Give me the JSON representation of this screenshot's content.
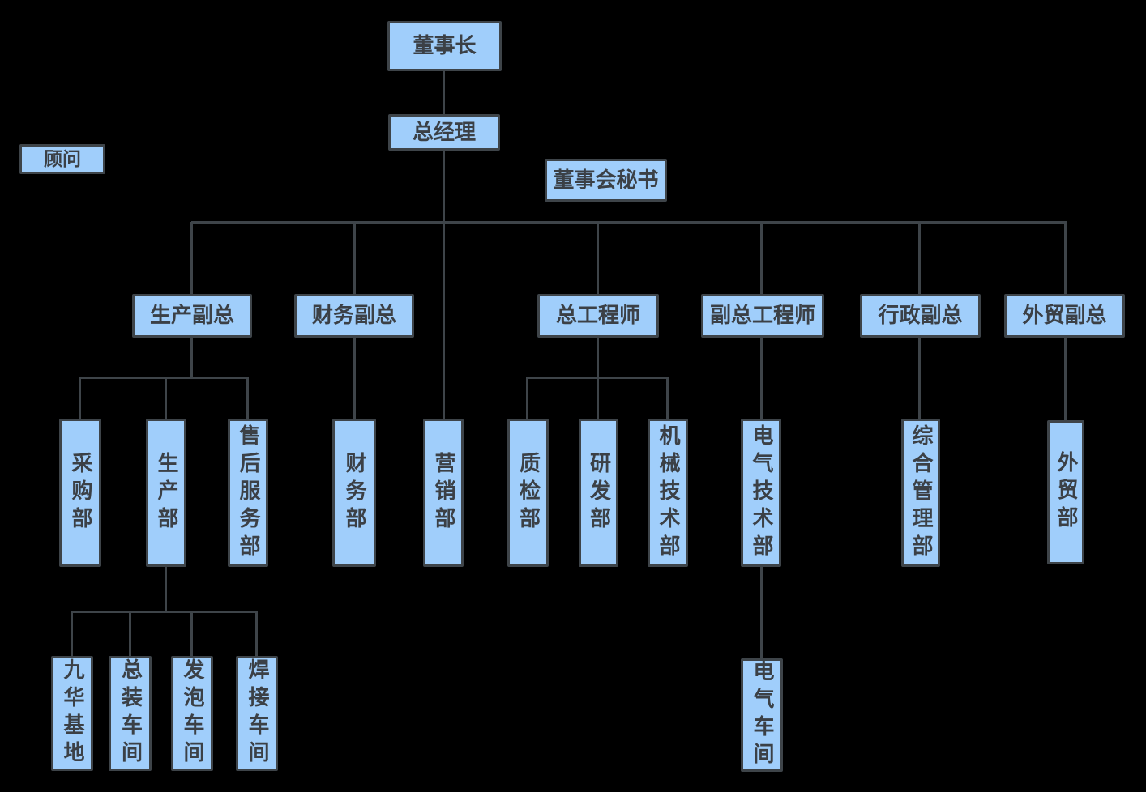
{
  "diagram": {
    "type": "org-chart",
    "colors": {
      "background": "#000000",
      "node_fill": "#A0CEFB",
      "node_border": "#3E4449",
      "node_text": "#3B4046",
      "connector": "#3E4449"
    },
    "nodes": {
      "chairman": "董事长",
      "general_manager": "总经理",
      "advisor": "顾问",
      "board_secretary": "董事会秘书",
      "production_vp": "生产副总",
      "finance_vp": "财务副总",
      "chief_engineer": "总工程师",
      "deputy_chief_engineer": "副总工程师",
      "admin_vp": "行政副总",
      "foreign_trade_vp": "外贸副总",
      "purchasing_dept": "采购部",
      "production_dept": "生产部",
      "after_sales_service_dept": "售后服务部",
      "finance_dept": "财务部",
      "marketing_dept": "营销部",
      "quality_inspection_dept": "质检部",
      "rnd_dept": "研发部",
      "mechanical_technology_dept": "机械技术部",
      "electrical_technology_dept": "电气技术部",
      "general_management_dept": "综合管理部",
      "foreign_trade_dept": "外贸部",
      "jiuhua_base": "九华基地",
      "final_assembly_workshop": "总装车间",
      "foaming_workshop": "发泡车间",
      "welding_workshop": "焊接车间",
      "electrical_workshop": "电气车间"
    },
    "edges": [
      [
        "chairman",
        "general_manager"
      ],
      [
        "general_manager",
        "production_vp"
      ],
      [
        "general_manager",
        "finance_vp"
      ],
      [
        "general_manager",
        "marketing_dept"
      ],
      [
        "general_manager",
        "chief_engineer"
      ],
      [
        "general_manager",
        "deputy_chief_engineer"
      ],
      [
        "general_manager",
        "admin_vp"
      ],
      [
        "general_manager",
        "foreign_trade_vp"
      ],
      [
        "production_vp",
        "purchasing_dept"
      ],
      [
        "production_vp",
        "production_dept"
      ],
      [
        "production_vp",
        "after_sales_service_dept"
      ],
      [
        "finance_vp",
        "finance_dept"
      ],
      [
        "chief_engineer",
        "quality_inspection_dept"
      ],
      [
        "chief_engineer",
        "rnd_dept"
      ],
      [
        "chief_engineer",
        "mechanical_technology_dept"
      ],
      [
        "deputy_chief_engineer",
        "electrical_technology_dept"
      ],
      [
        "admin_vp",
        "general_management_dept"
      ],
      [
        "foreign_trade_vp",
        "foreign_trade_dept"
      ],
      [
        "production_dept",
        "jiuhua_base"
      ],
      [
        "production_dept",
        "final_assembly_workshop"
      ],
      [
        "production_dept",
        "foaming_workshop"
      ],
      [
        "production_dept",
        "welding_workshop"
      ],
      [
        "electrical_technology_dept",
        "electrical_workshop"
      ]
    ],
    "floating_nodes": [
      "advisor",
      "board_secretary"
    ]
  }
}
